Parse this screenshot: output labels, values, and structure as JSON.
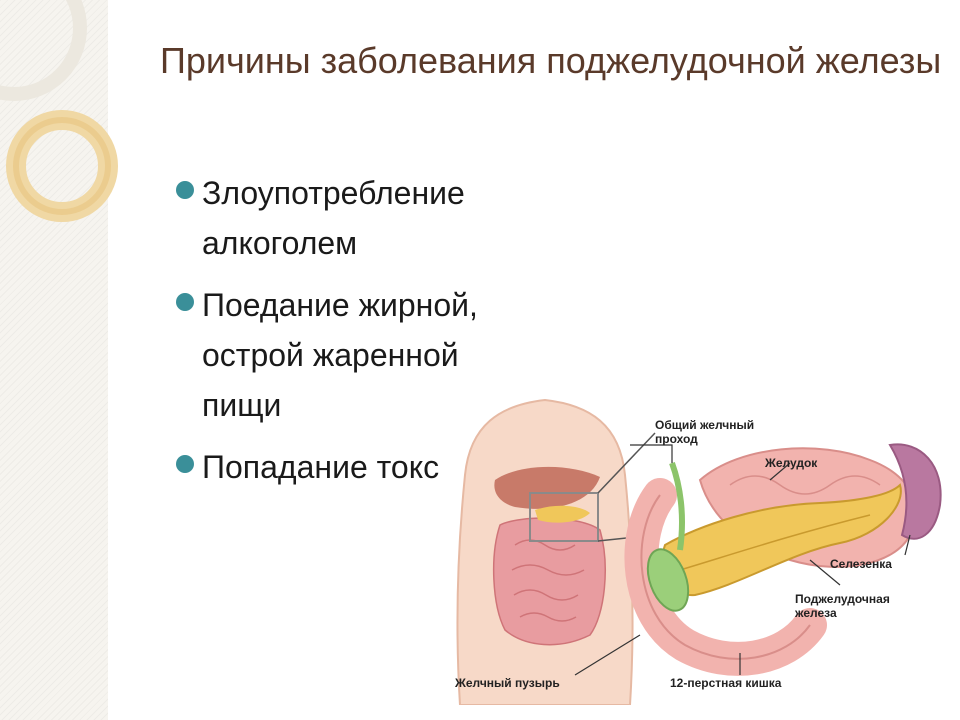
{
  "slide": {
    "title": "Причины заболевания поджелудочной железы",
    "bullets": [
      "Злоупотребление алкоголем",
      " Поедание жирной, острой жаренной пищи",
      "Попадание токсинов"
    ]
  },
  "illustration": {
    "labels": {
      "common_bile_duct": [
        "Общий желчный",
        "проход"
      ],
      "stomach": "Желудок",
      "spleen": "Селезенка",
      "pancreas": [
        "Поджелудочная",
        "железа"
      ],
      "gallbladder": "Желчный пузырь",
      "duodenum": "12-перстная кишка"
    }
  },
  "colors": {
    "title": "#5a3a2a",
    "bullet_accent": "#3a8f99",
    "decoration_ring": "#e8c98a"
  }
}
